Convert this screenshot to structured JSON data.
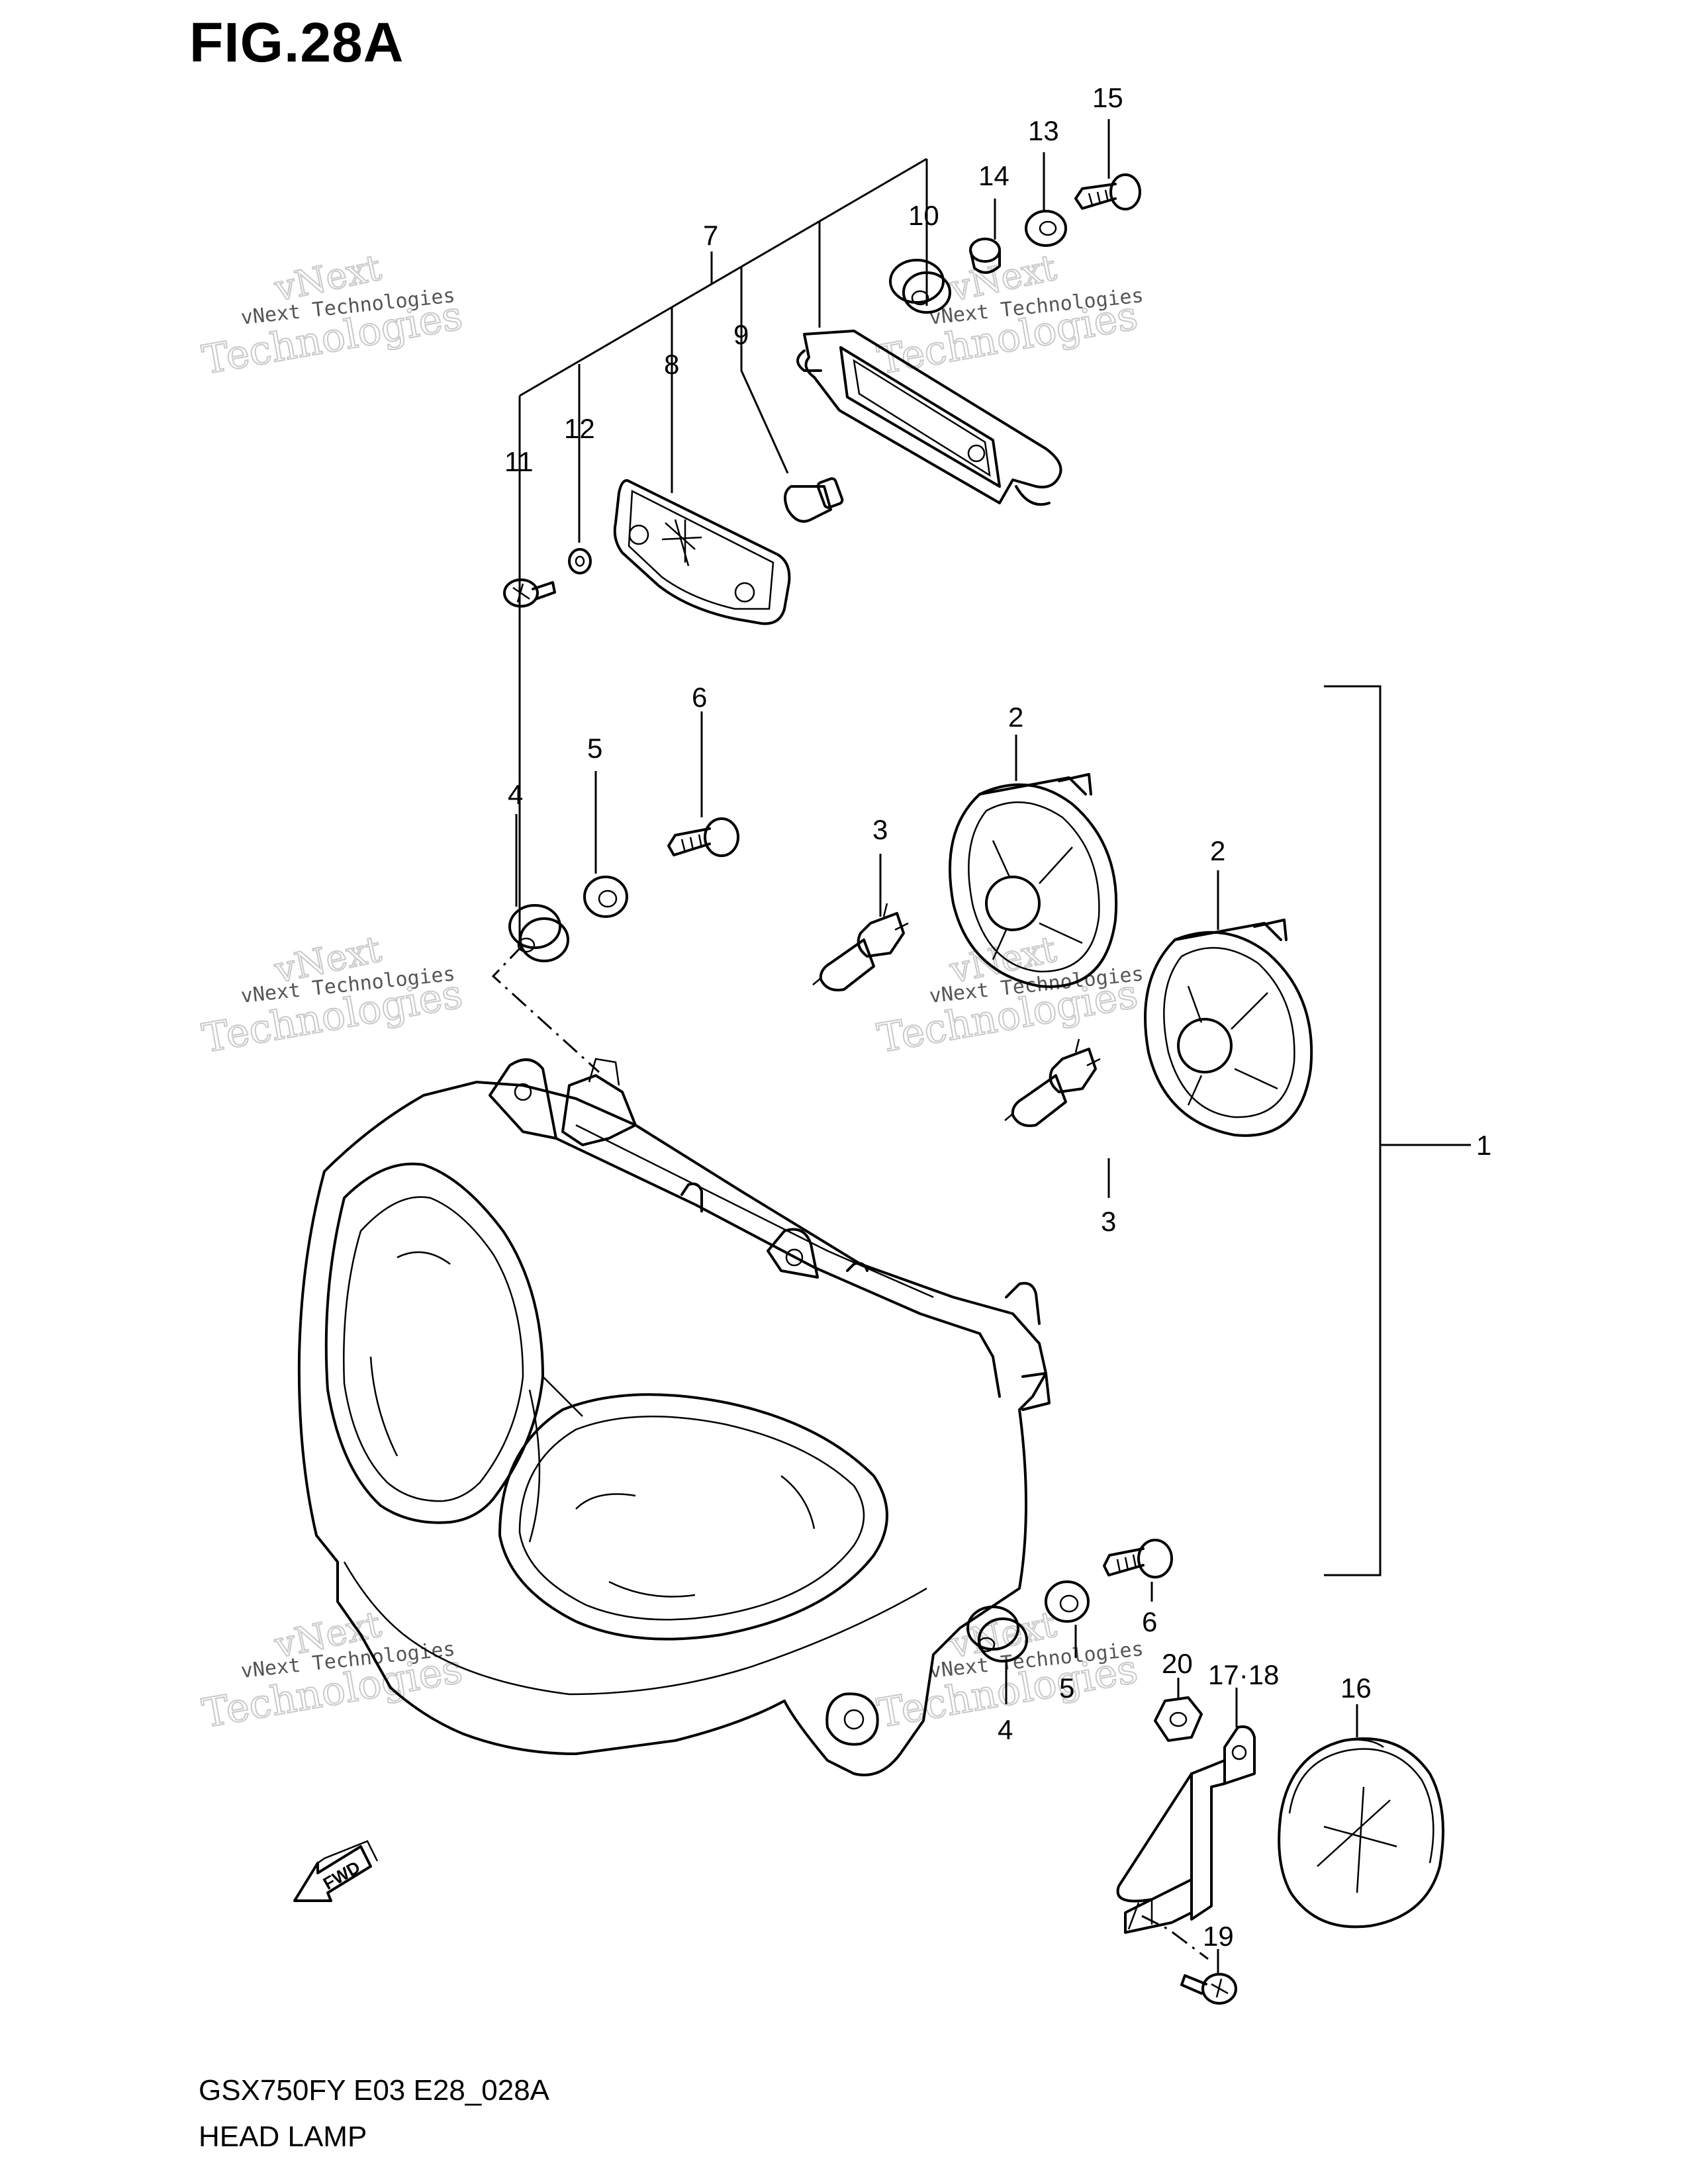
{
  "figure": {
    "title": "FIG.28A",
    "model_code": "GSX750FY E03 E28_028A",
    "caption": "HEAD LAMP"
  },
  "callouts": {
    "c1": "1",
    "c2a": "2",
    "c2b": "2",
    "c3a": "3",
    "c3b": "3",
    "c4a": "4",
    "c4b": "4",
    "c5a": "5",
    "c5b": "5",
    "c6a": "6",
    "c6b": "6",
    "c7": "7",
    "c8": "8",
    "c9": "9",
    "c10": "10",
    "c11": "11",
    "c12": "12",
    "c13": "13",
    "c14": "14",
    "c15": "15",
    "c16": "16",
    "c1718": "17·18",
    "c19": "19",
    "c20": "20"
  },
  "fwd_marker": "FWD",
  "watermark": {
    "line1": "vNext",
    "line2": "vNext Technologies",
    "line3": "Technologies"
  }
}
